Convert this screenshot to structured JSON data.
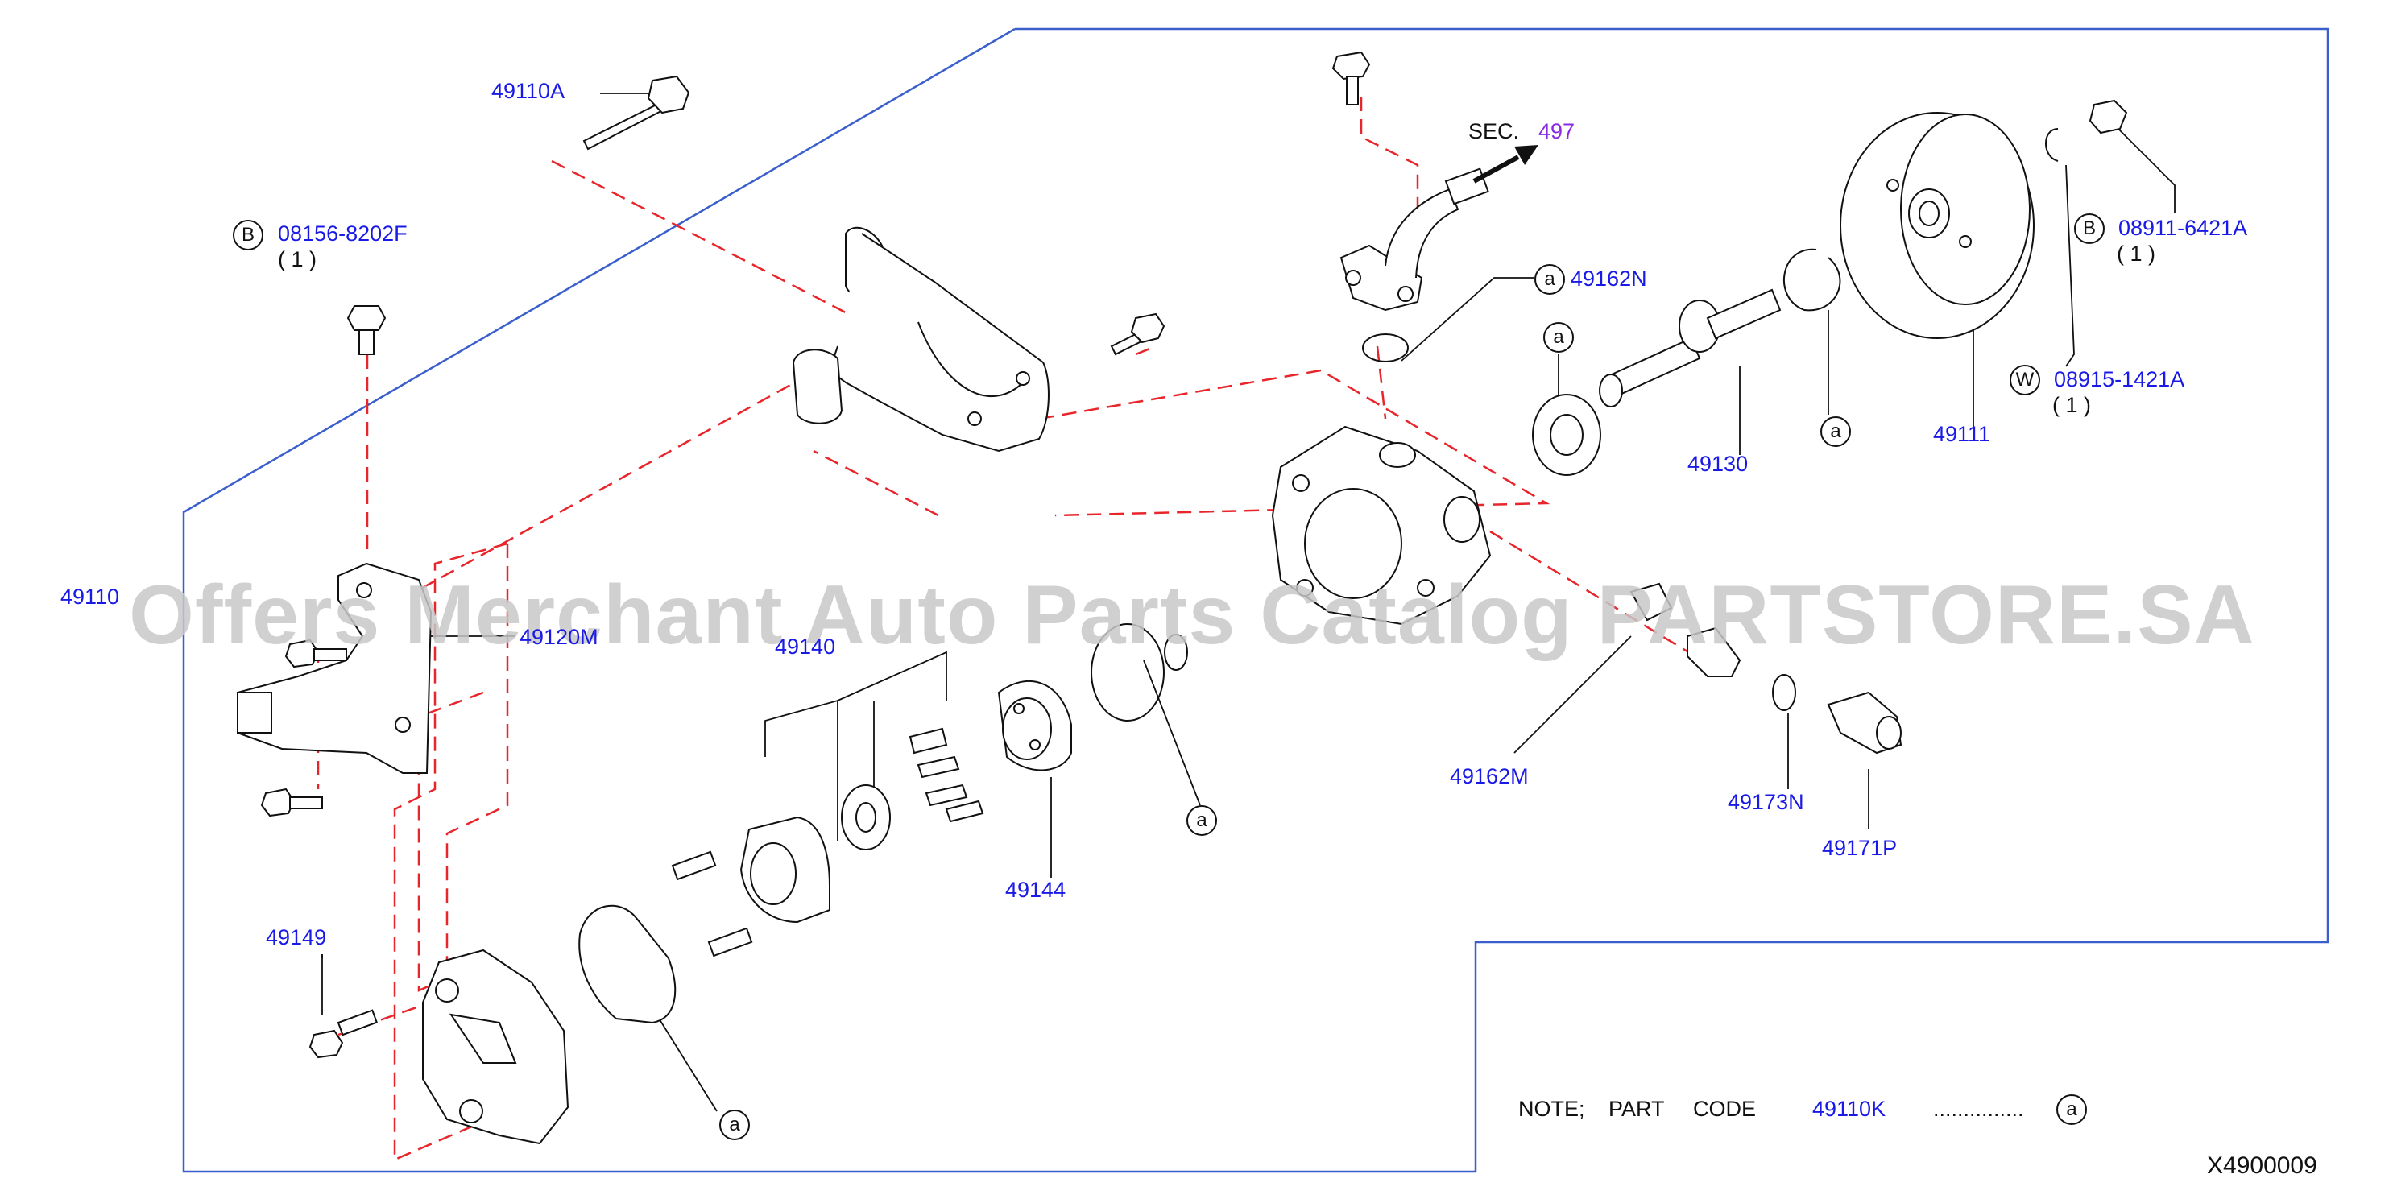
{
  "diagram": {
    "part_labels": {
      "p49110A": "49110A",
      "p08156": "08156-8202F",
      "p08156_qty": "( 1 )",
      "p49110": "49110",
      "p49120M": "49120M",
      "p49140": "49140",
      "p49149": "49149",
      "p49144": "49144",
      "p49162N": "49162N",
      "p49130": "49130",
      "p49111": "49111",
      "p08911": "08911-6421A",
      "p08911_qty": "( 1 )",
      "p08915": "08915-1421A",
      "p08915_qty": "( 1 )",
      "p49162M": "49162M",
      "p49173N": "49173N",
      "p49171P": "49171P"
    },
    "sec_label": "SEC.",
    "sec_number": "497",
    "callout_letters": {
      "b": "B",
      "w": "W",
      "a": "a"
    },
    "note": {
      "prefix": "NOTE;",
      "part": "PART",
      "code": "CODE",
      "part_code": "49110K",
      "dots": "..............."
    },
    "diagram_id": "X4900009",
    "watermark": "Offers Merchant Auto Parts Catalog PARTSTORE.SA"
  },
  "colors": {
    "label_blue": "#1a1ae6",
    "frame_blue": "#3a5fcd",
    "dash_red": "#e8252b",
    "line_black": "#111111",
    "sec_purple": "#8a2be2",
    "watermark_gray": "#c8c8c8"
  }
}
